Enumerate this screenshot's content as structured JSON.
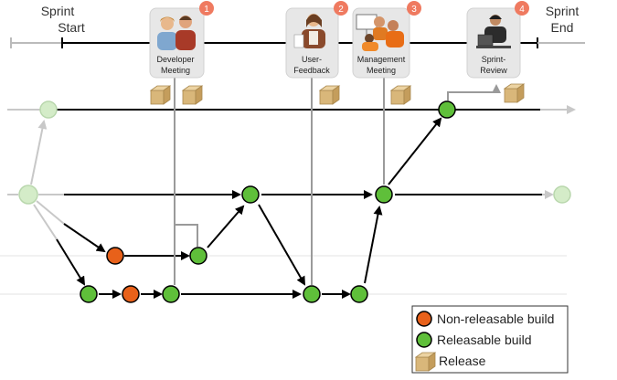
{
  "sprint": {
    "start_label": [
      "Sprint",
      "Start"
    ],
    "end_label": [
      "Sprint",
      "End"
    ]
  },
  "events": [
    {
      "number": "1",
      "label": [
        "Developer",
        "Meeting"
      ],
      "icon": "two-people-icon"
    },
    {
      "number": "2",
      "label": [
        "User-",
        "Feedback"
      ],
      "icon": "user-feedback-icon"
    },
    {
      "number": "3",
      "label": [
        "Management",
        "Meeting"
      ],
      "icon": "presentation-icon"
    },
    {
      "number": "4",
      "label": [
        "Sprint-",
        "Review"
      ],
      "icon": "laptop-user-icon"
    }
  ],
  "legend": {
    "items": [
      {
        "label": "Non-releasable build",
        "kind": "non-releasable",
        "color": "#e8611a"
      },
      {
        "label": "Releasable build",
        "kind": "releasable",
        "color": "#5fbf3a"
      },
      {
        "label": "Release",
        "kind": "release",
        "color": "#d9b77a"
      }
    ]
  },
  "colors": {
    "releasable": "#5fbf3a",
    "non_releasable": "#e8611a",
    "inactive": "#d4ecc8",
    "badge": "#ef7a60",
    "event_box": "#e7e7e7",
    "package": "#d9b77a"
  }
}
